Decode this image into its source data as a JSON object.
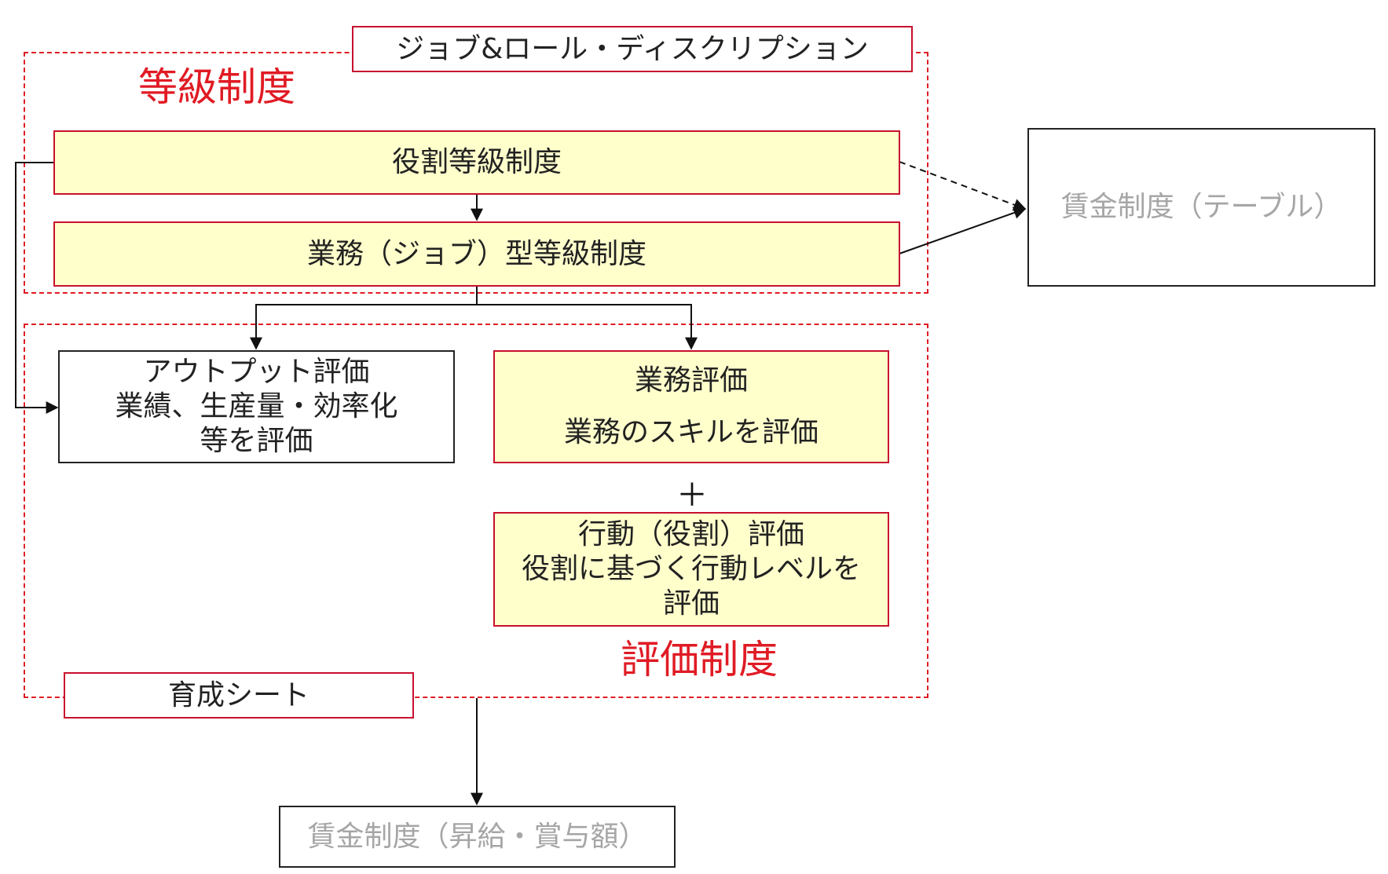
{
  "diagram": {
    "job_role_description": "ジョブ&ロール・ディスクリプション",
    "grade_system_title": "等級制度",
    "role_grade_system": "役割等級制度",
    "job_grade_system": "業務（ジョブ）型等級制度",
    "wage_table": "賃金制度（テーブル）",
    "output_eval": {
      "line1": "アウトプット評価",
      "line2": "業績、生産量・効率化",
      "line3": "等を評価"
    },
    "job_eval": {
      "line1": "業務評価",
      "line2": "業務のスキルを評価"
    },
    "plus": "＋",
    "behavior_eval": {
      "line1": "行動（役割）評価",
      "line2": "役割に基づく行動レベルを",
      "line3": "評価"
    },
    "evaluation_system_title": "評価制度",
    "development_sheet": "育成シート",
    "wage_pay": "賃金制度（昇給・賞与額）"
  },
  "colors": {
    "accent_red": "#e01b24",
    "box_fill": "#ffffcc",
    "muted_text": "#a6a6a6"
  }
}
